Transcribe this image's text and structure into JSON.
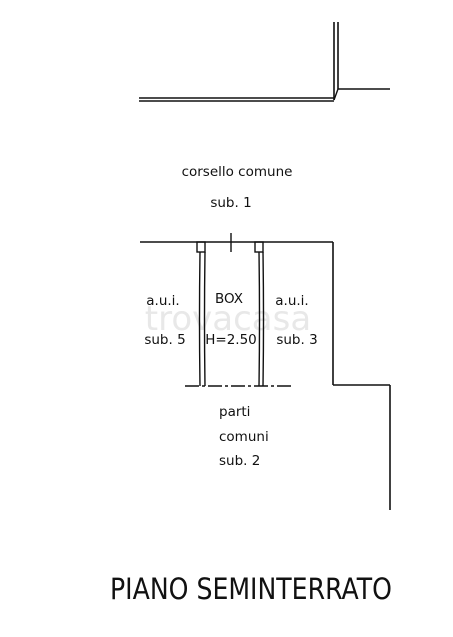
{
  "plan": {
    "title": "PIANO SEMINTERRATO",
    "watermark": "trovacasa",
    "rooms": {
      "corridor": {
        "line1": "corsello comune",
        "line2": "sub. 1"
      },
      "left_unit": {
        "line1": "a.u.i.",
        "line2": "sub. 5"
      },
      "box": {
        "line1": "BOX",
        "line2": "H=2.50"
      },
      "right_unit": {
        "line1": "a.u.i.",
        "line2": "sub. 3"
      },
      "common_parts": {
        "line1": "parti",
        "line2": "comuni",
        "line3": "sub. 2"
      }
    },
    "line_color": "#111111"
  }
}
